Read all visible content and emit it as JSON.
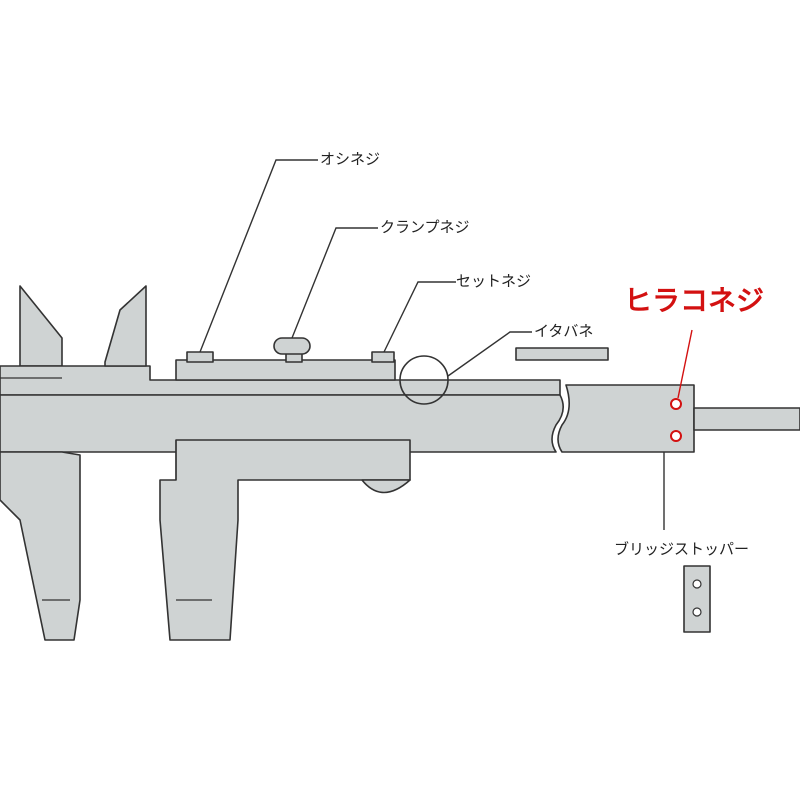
{
  "labels": {
    "oshi_neji": "オシネジ",
    "clamp_neji": "クランプネジ",
    "set_neji": "セットネジ",
    "ita_bane": "イタバネ",
    "hira_co_neji": "ヒラコネジ",
    "bridge_stopper": "ブリッジストッパー"
  },
  "colors": {
    "highlight": "#d31111",
    "body_fill": "#cfd3d3",
    "outline": "#333333",
    "leader": "#333333",
    "label_text": "#222222"
  }
}
